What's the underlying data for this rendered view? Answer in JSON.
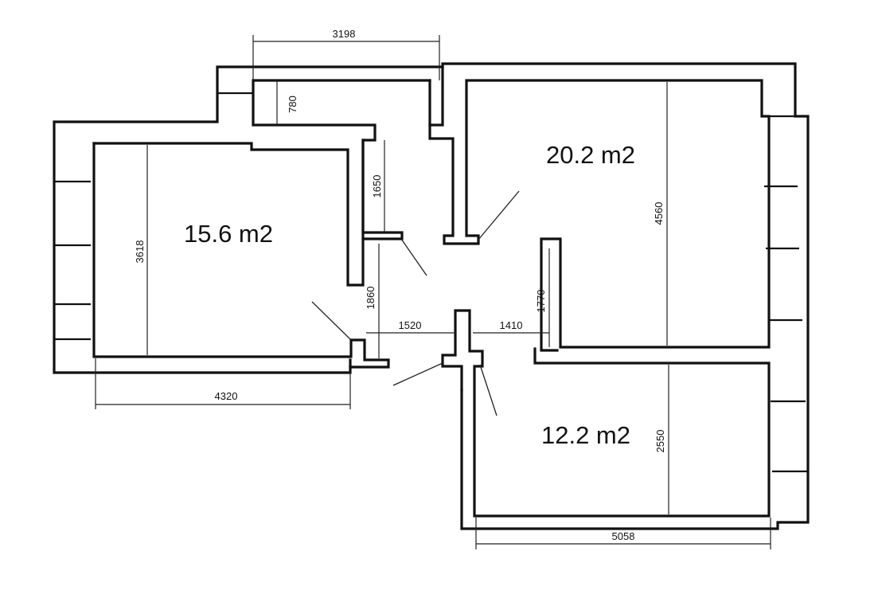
{
  "plan": {
    "rooms": [
      {
        "id": "room-left",
        "area_label": "15.6 m2"
      },
      {
        "id": "room-top-right",
        "area_label": "20.2 m2"
      },
      {
        "id": "room-bottom-right",
        "area_label": "12.2 m2"
      }
    ],
    "dimensions": {
      "top_corridor_width": "3198",
      "top_corridor_depth": "780",
      "corridor_segment": "1650",
      "left_room_height": "3618",
      "left_room_width": "4320",
      "hall_lower": "1860",
      "hall_width": "1520",
      "hall_right": "1410",
      "top_right_door_side": "1770",
      "top_right_room_height": "4560",
      "bottom_right_room_height": "2550",
      "bottom_right_room_width": "5058"
    }
  }
}
